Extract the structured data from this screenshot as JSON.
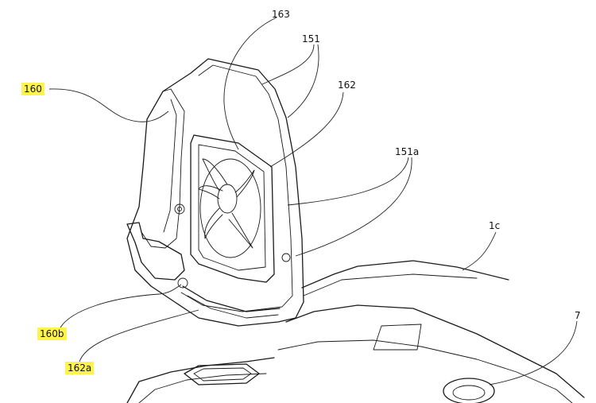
{
  "labels": {
    "l160": "160",
    "l163": "163",
    "l151": "151",
    "l162": "162",
    "l151a": "151a",
    "l1c": "1c",
    "l7": "7",
    "l160b": "160b",
    "l162a": "162a"
  },
  "colors": {
    "highlight": "#fff44f",
    "ink": "#1a1a1a"
  }
}
